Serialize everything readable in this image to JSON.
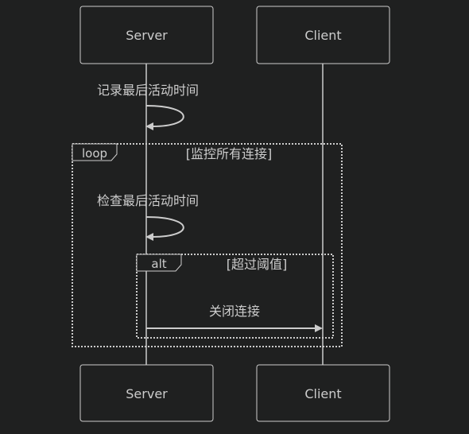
{
  "participants": {
    "server": "Server",
    "client": "Client"
  },
  "messages": {
    "record_last_activity": "记录最后活动时间",
    "check_last_activity": "检查最后活动时间",
    "close_connection": "关闭连接"
  },
  "fragments": {
    "loop": {
      "label": "loop",
      "condition": "[监控所有连接]"
    },
    "alt": {
      "label": "alt",
      "condition": "[超过阈值]"
    }
  },
  "colors": {
    "background": "#1f2020",
    "line": "#cccccc",
    "text": "#cccccc"
  }
}
